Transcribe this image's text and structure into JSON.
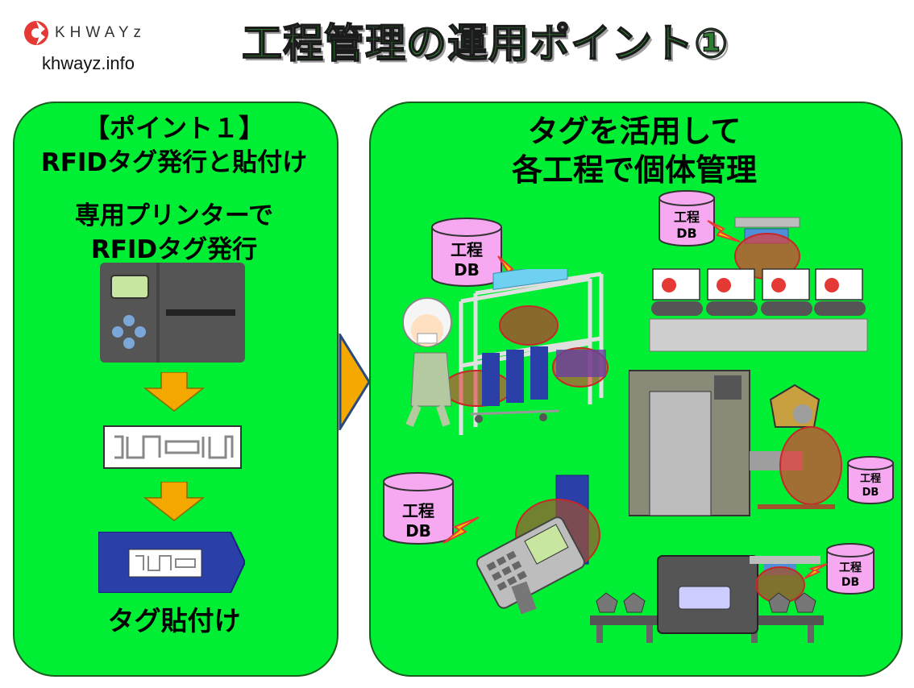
{
  "brand": {
    "logo_text": "KHWAYz",
    "site": "khwayz.info"
  },
  "title": "工程管理の運用ポイント①",
  "left_panel": {
    "heading_line1": "【ポイント１】",
    "heading_line2": "RFIDタグ発行と貼付け",
    "sub_line1": "専用プリンターで",
    "sub_line2": "RFIDタグ発行",
    "footer": "タグ貼付け"
  },
  "right_panel": {
    "heading_line1": "タグを活用して",
    "heading_line2": "各工程で個体管理",
    "db_labels": [
      {
        "line1": "工程",
        "line2": "DB"
      },
      {
        "line1": "工程",
        "line2": "DB"
      },
      {
        "line1": "工程",
        "line2": "DB"
      },
      {
        "line1": "工程",
        "line2": "DB"
      },
      {
        "line1": "工程",
        "line2": "DB"
      }
    ]
  },
  "colors": {
    "panel_green": "#00ee33",
    "title_green": "#2e7d32",
    "arrow_orange": "#f5a800",
    "db_pink": "#f6a8f0"
  }
}
